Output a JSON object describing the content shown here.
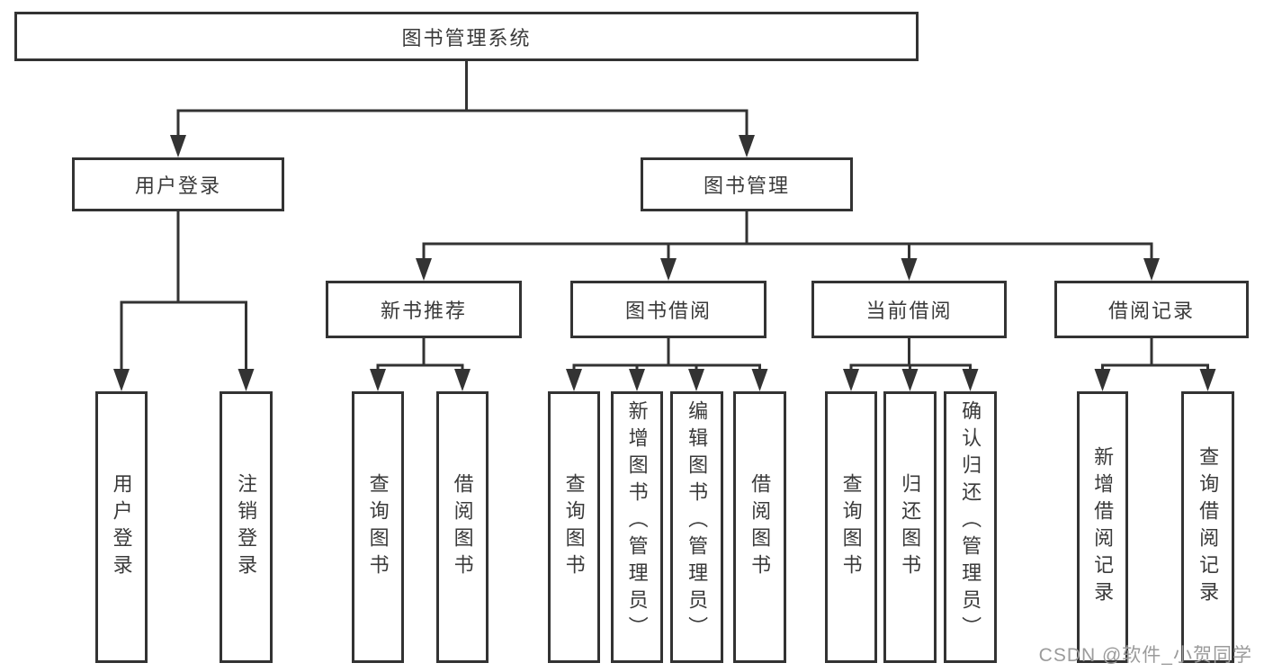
{
  "tree": {
    "root": "图书管理系统",
    "branches": [
      {
        "label": "用户登录",
        "leaves": [
          "用户登录",
          "注销登录"
        ]
      },
      {
        "label": "图书管理",
        "groups": [
          {
            "label": "新书推荐",
            "leaves": [
              "查询图书",
              "借阅图书"
            ]
          },
          {
            "label": "图书借阅",
            "leaves": [
              "查询图书",
              "新增图书（管理员）",
              "编辑图书（管理员）",
              "借阅图书"
            ]
          },
          {
            "label": "当前借阅",
            "leaves": [
              "查询图书",
              "归还图书",
              "确认归还（管理员）"
            ]
          },
          {
            "label": "借阅记录",
            "leaves": [
              "新增借阅记录",
              "查询借阅记录"
            ]
          }
        ]
      }
    ]
  },
  "watermark": "CSDN @软件_小贺同学",
  "colors": {
    "line": "#333333",
    "box_border": "#333333",
    "text": "#3a3a3a",
    "watermark": "#9b9b9b",
    "background": "#ffffff"
  }
}
